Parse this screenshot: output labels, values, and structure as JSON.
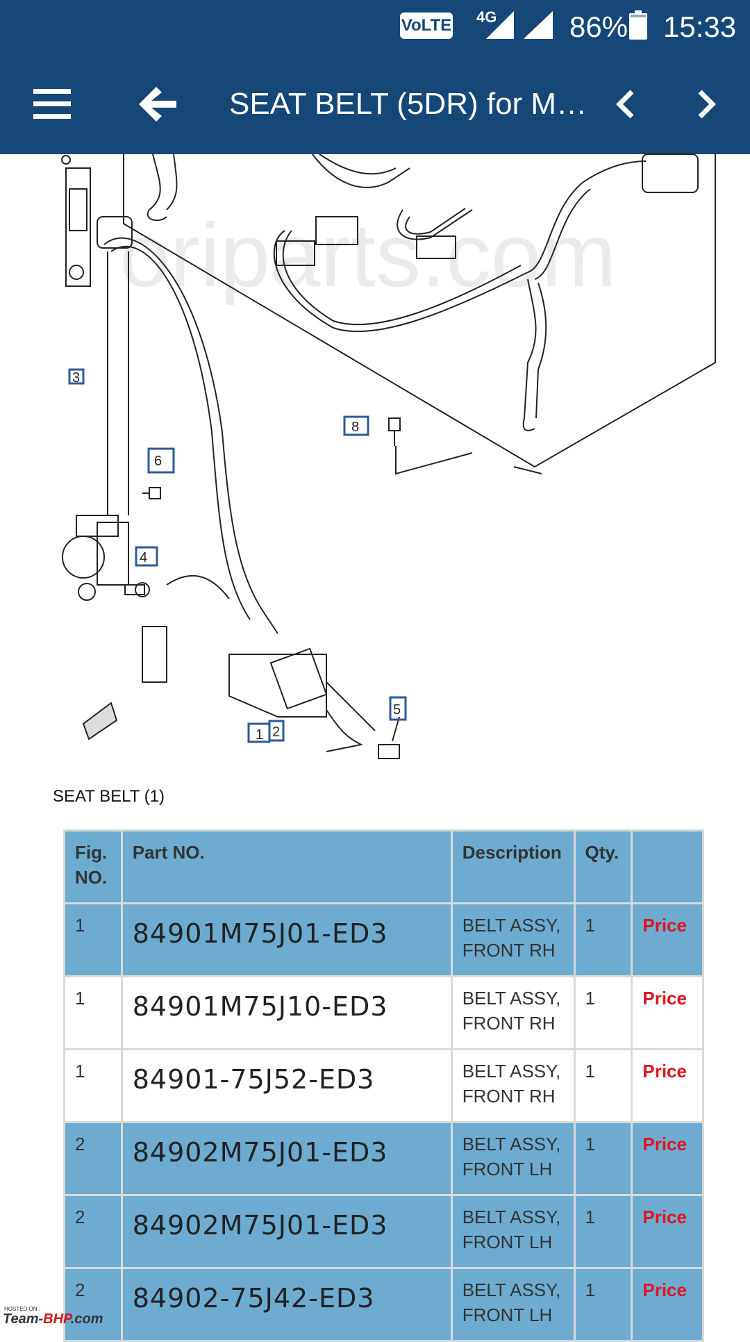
{
  "status_bar": {
    "volte": "VoLTE",
    "network": "4G",
    "battery": "86%",
    "time": "15:33"
  },
  "toolbar": {
    "title": "SEAT BELT (5DR) for M…",
    "menu_icon": "menu-icon",
    "back_icon": "arrow-left-icon",
    "prev_icon": "chevron-left-icon",
    "next_icon": "chevron-right-icon"
  },
  "diagram": {
    "watermark": "oriparts.com",
    "callouts": [
      "3",
      "6",
      "4",
      "8",
      "5",
      "1",
      "2"
    ]
  },
  "caption": "SEAT BELT (1)",
  "table": {
    "headers": {
      "fig": "Fig. NO.",
      "part": "Part NO.",
      "desc": "Description",
      "qty": "Qty.",
      "price": ""
    },
    "rows": [
      {
        "fig": "1",
        "part": "84901M75J01-ED3",
        "desc": "BELT ASSY, FRONT RH",
        "qty": "1",
        "price": "Price"
      },
      {
        "fig": "1",
        "part": "84901M75J10-ED3",
        "desc": "BELT ASSY, FRONT RH",
        "qty": "1",
        "price": "Price"
      },
      {
        "fig": "1",
        "part": "84901-75J52-ED3",
        "desc": "BELT ASSY, FRONT RH",
        "qty": "1",
        "price": "Price"
      },
      {
        "fig": "2",
        "part": "84902M75J01-ED3",
        "desc": "BELT ASSY, FRONT LH",
        "qty": "1",
        "price": "Price"
      },
      {
        "fig": "2",
        "part": "84902M75J01-ED3",
        "desc": "BELT ASSY, FRONT LH",
        "qty": "1",
        "price": "Price"
      },
      {
        "fig": "2",
        "part": "84902-75J42-ED3",
        "desc": "BELT ASSY, FRONT LH",
        "qty": "1",
        "price": "Price"
      }
    ]
  },
  "footer": {
    "hosted_on": "HOSTED ON :",
    "brand_left": "Team-",
    "brand_mid": "BHP",
    "brand_right": ".com"
  },
  "colors": {
    "header_bg": "#154778",
    "row_highlight": "#6dacd0",
    "price": "#e0141e"
  }
}
